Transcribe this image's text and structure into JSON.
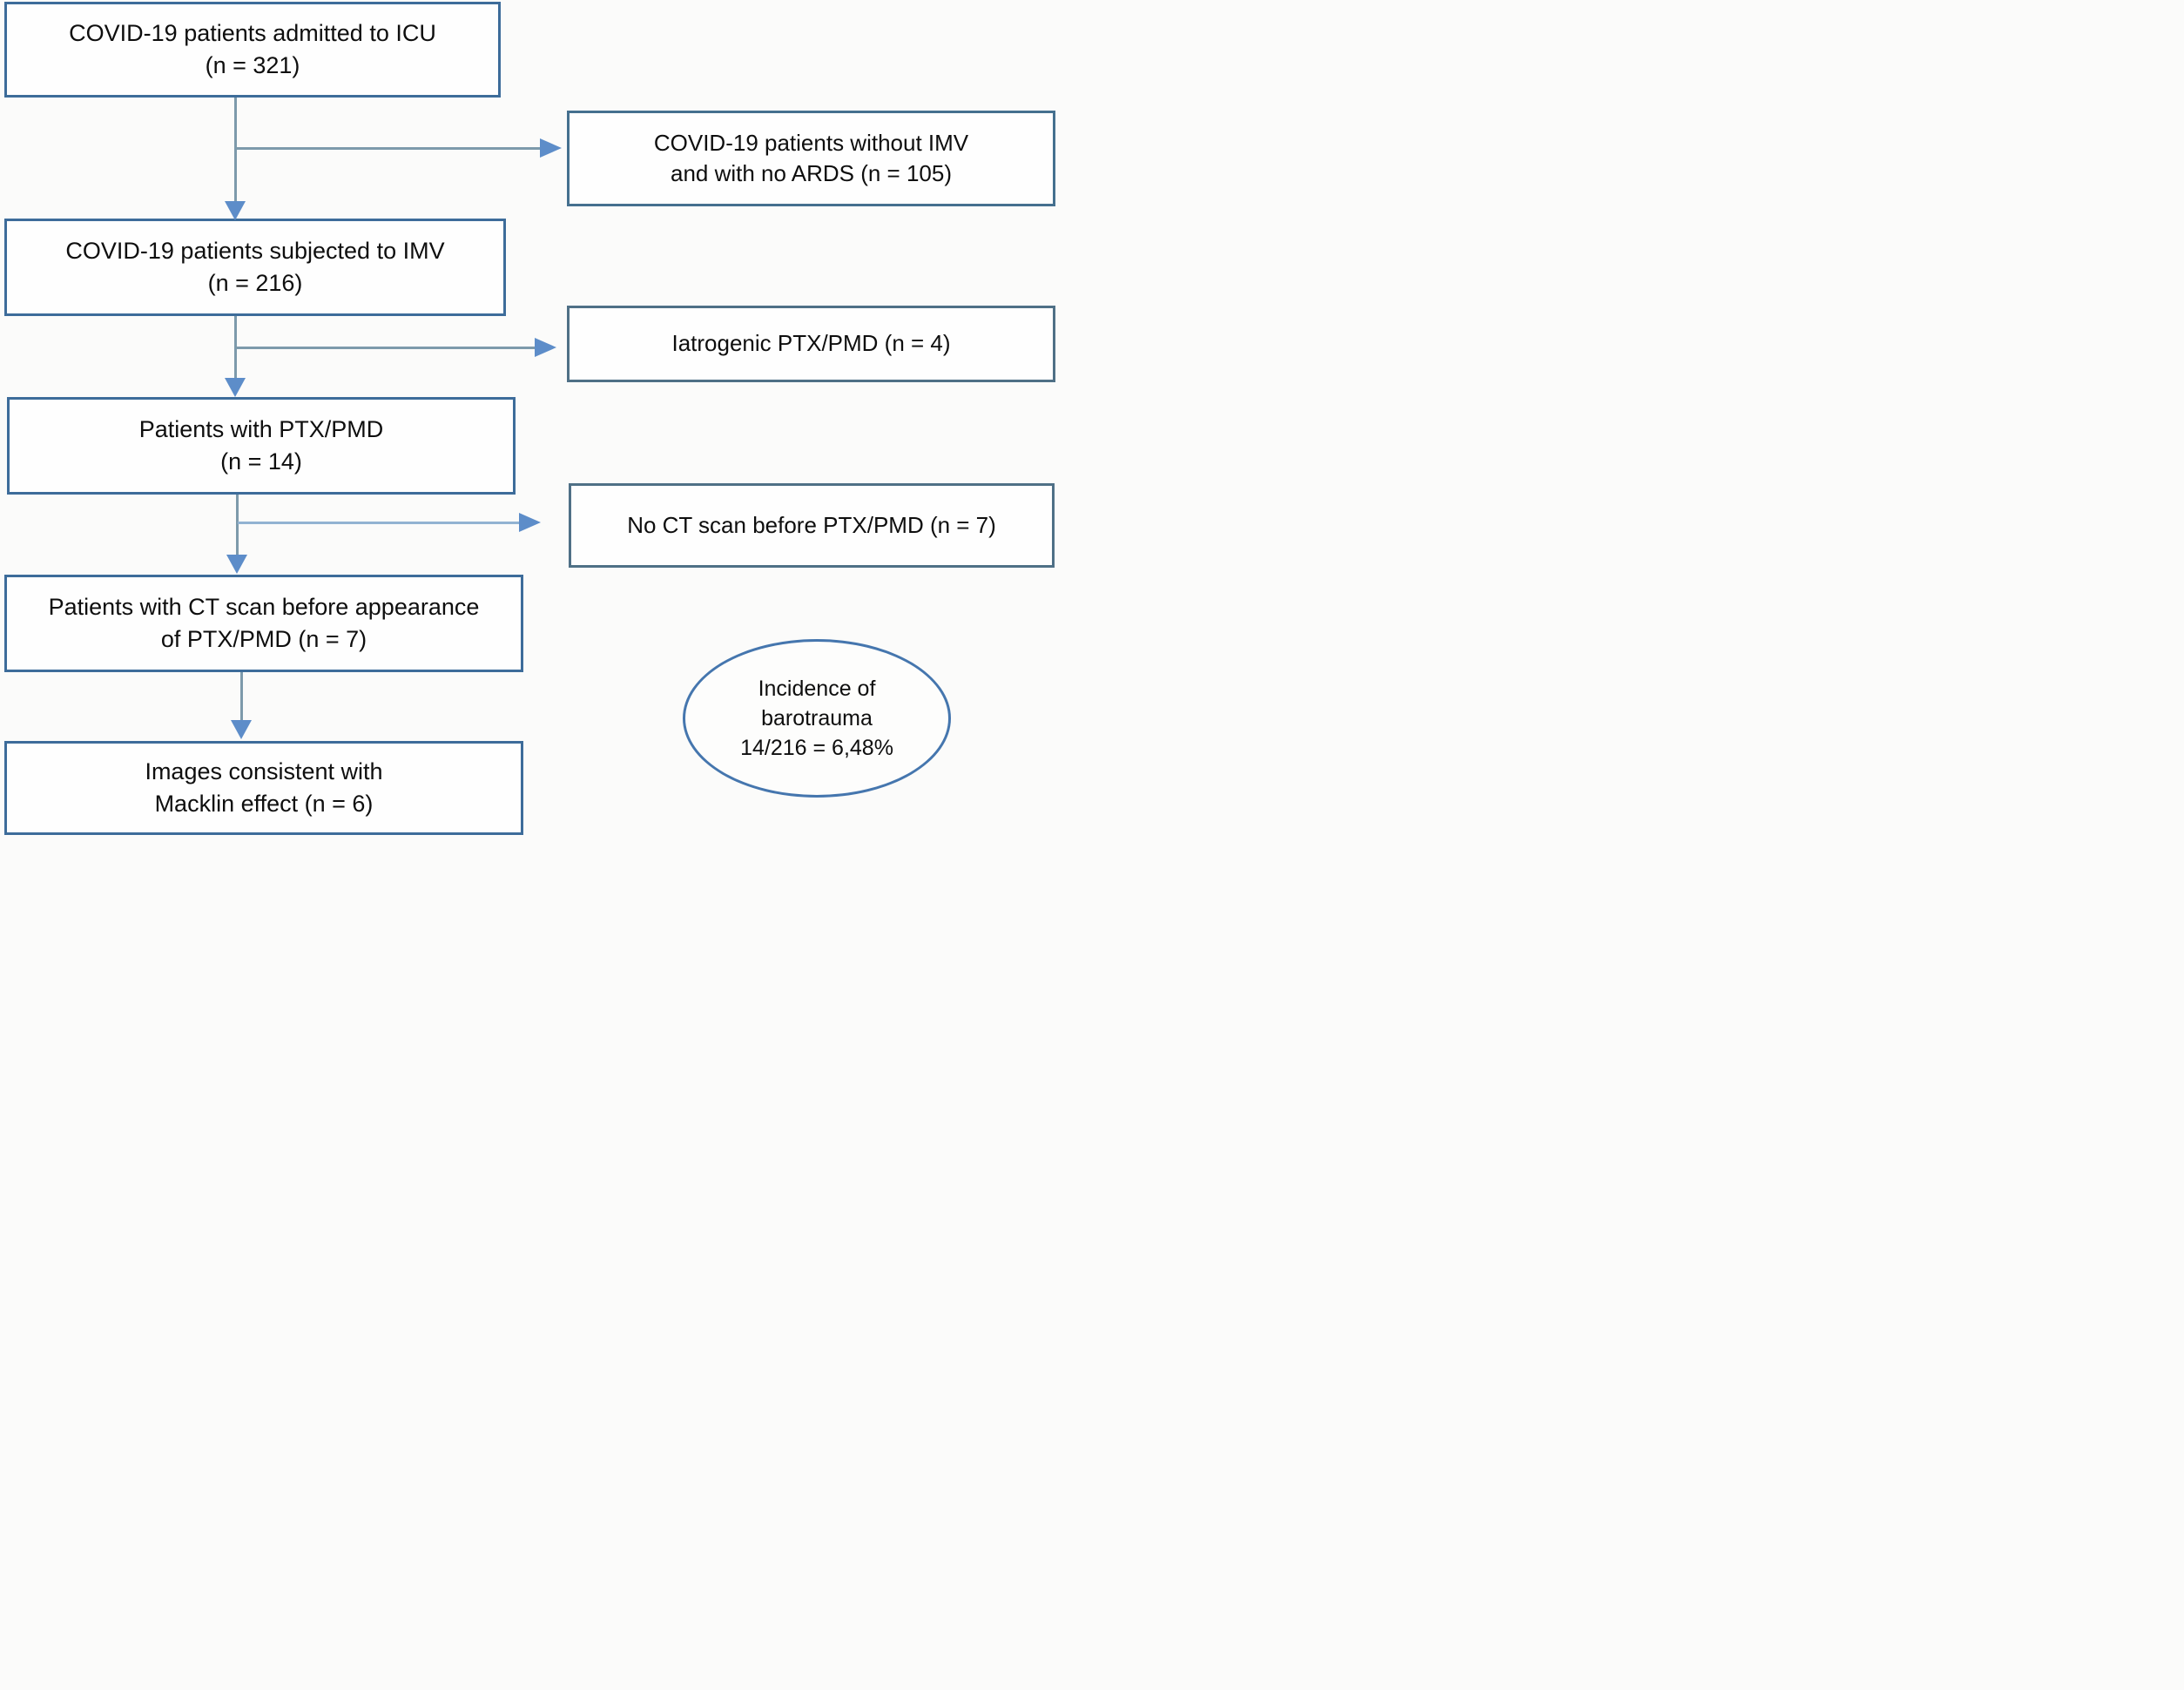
{
  "colors": {
    "left_box_border": "#3d6c9a",
    "right_box_border": "#4f7086",
    "right_box_border_light": "#45708f",
    "ellipse_border": "#4576ae",
    "line": "#7d9aab",
    "line_light": "#92b3d2",
    "arrowhead": "#5d8dc9",
    "text": "#0e0e0e"
  },
  "flowchart": {
    "main_boxes": [
      {
        "id": "icu-admitted",
        "lines": [
          "COVID-19 patients admitted to ICU",
          "(n = 321)"
        ]
      },
      {
        "id": "subjected-imv",
        "lines": [
          "COVID-19 patients subjected to IMV",
          "(n = 216)"
        ]
      },
      {
        "id": "ptx-pmd",
        "lines": [
          "Patients with PTX/PMD",
          "(n = 14)"
        ]
      },
      {
        "id": "ct-before-ptx",
        "lines": [
          "Patients with CT scan before appearance",
          "of PTX/PMD (n = 7)"
        ]
      },
      {
        "id": "macklin-effect",
        "lines": [
          "Images consistent with",
          "Macklin effect (n = 6)"
        ]
      }
    ],
    "exclusion_boxes": [
      {
        "id": "no-imv-no-ards",
        "lines": [
          "COVID-19 patients without IMV",
          "and with no ARDS (n  = 105)"
        ]
      },
      {
        "id": "iatrogenic",
        "lines": [
          "Iatrogenic PTX/PMD (n = 4)"
        ]
      },
      {
        "id": "no-ct-scan",
        "lines": [
          "No CT scan before PTX/PMD (n = 7)"
        ]
      }
    ],
    "ellipse": {
      "lines": [
        "Incidence of",
        "barotrauma",
        "14/216 = 6,48%"
      ]
    }
  }
}
